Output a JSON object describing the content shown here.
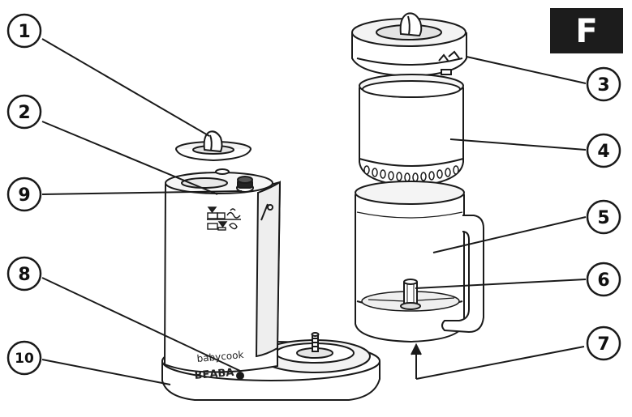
{
  "sheet_letter": "F",
  "callouts": [
    "1",
    "2",
    "3",
    "4",
    "5",
    "6",
    "7",
    "8",
    "9",
    "10"
  ],
  "base_labels": {
    "model": "babycook",
    "brand": "BEABA"
  },
  "colors": {
    "ink": "#1a1a1a",
    "fill": "#ffffff",
    "shade": "#e9e9e9",
    "tab": "#1c1c1c"
  }
}
